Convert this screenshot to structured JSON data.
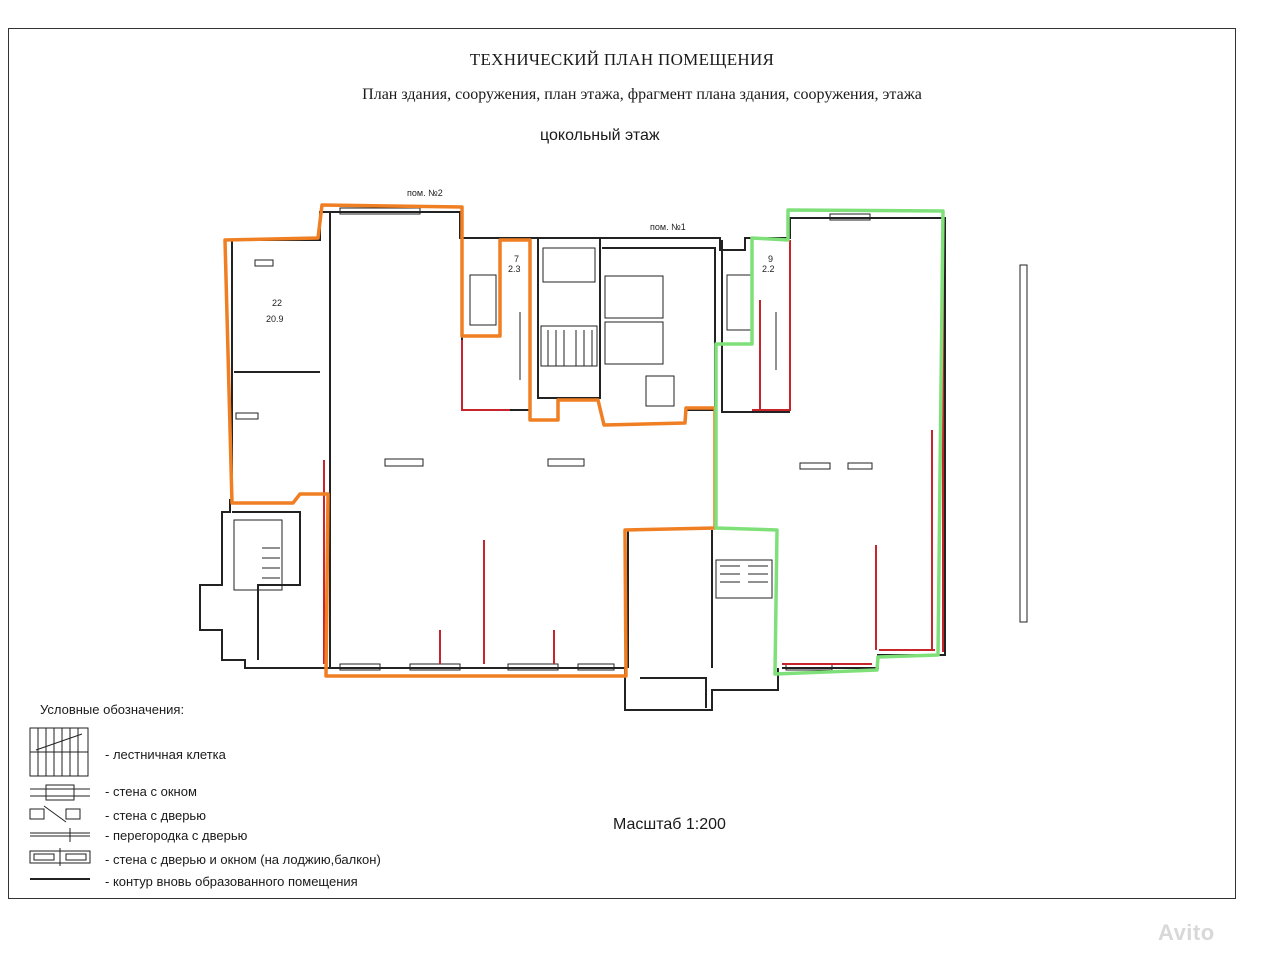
{
  "title": "ТЕХНИЧЕСКИЙ ПЛАН ПОМЕЩЕНИЯ",
  "subtitle": "План здания, сооружения, план этажа, фрагмент плана здания, сооружения, этажа",
  "floor_name": "цокольный этаж",
  "room_labels": {
    "pom2": "пом. №2",
    "pom1": "пом. №1",
    "room22_num": "22",
    "room22_area": "20.9",
    "room7_num": "7",
    "room7_area": "2.3",
    "room9_num": "9",
    "room9_area": "2.2"
  },
  "legend": {
    "title": "Условные обозначения:",
    "items": [
      "- лестничная клетка",
      "- стена с окном",
      "- стена с дверью",
      "- перегородка с дверью",
      "- стена с дверью и окном (на лоджию,балкон)",
      "- контур вновь образованного помещения"
    ]
  },
  "scale": "Масштаб 1:200",
  "watermark": "Avito",
  "colors": {
    "orange": "#f07e22",
    "green": "#7fe07a",
    "red": "#c8242c",
    "wall": "#222222"
  }
}
